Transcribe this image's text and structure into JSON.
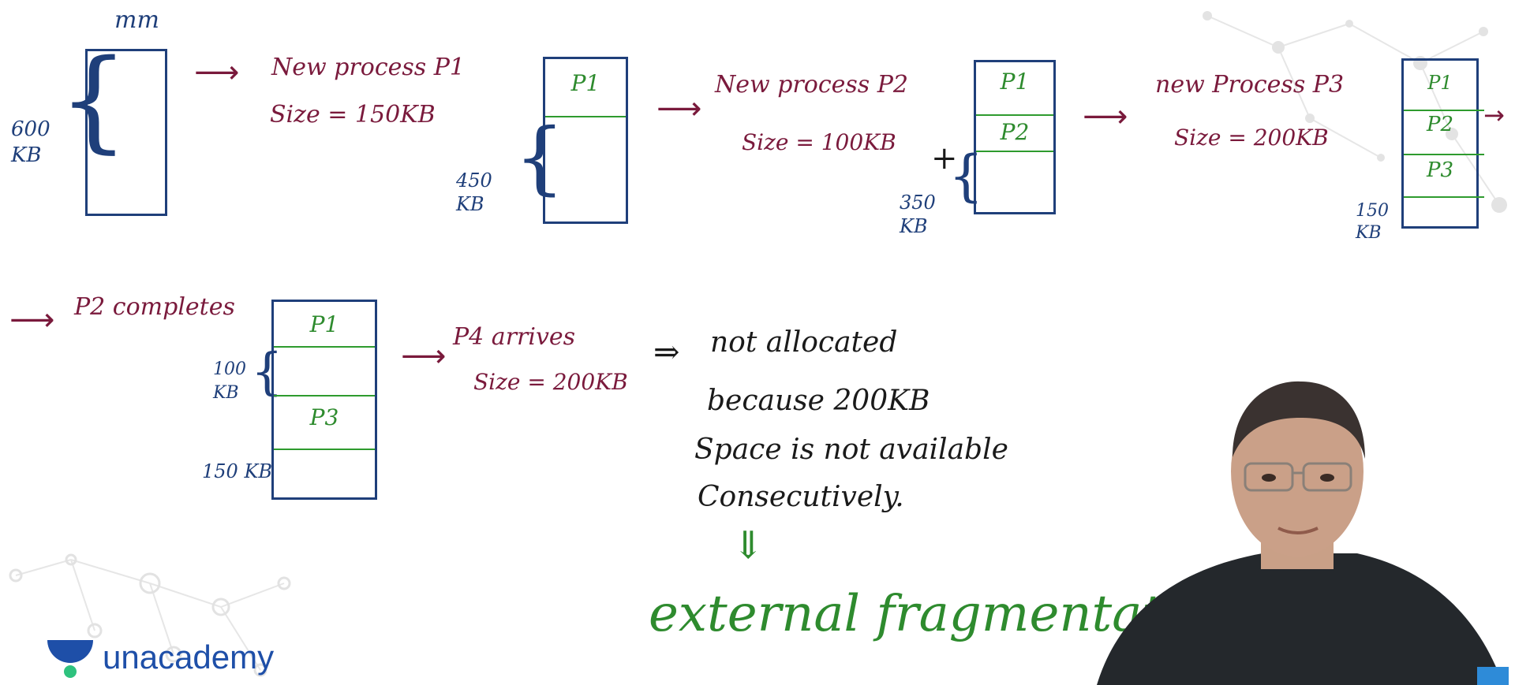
{
  "row1": {
    "mm_label": "mm",
    "block1_size": "600\nKB",
    "p1_text": "New process P1",
    "p1_size": "Size = 150KB",
    "block2_size": "450\nKB",
    "p2_text": "New process P2",
    "p2_size": "Size = 100KB",
    "block3_size": "350\nKB",
    "p3_text": "new Process P3",
    "p3_size": "Size = 200KB",
    "block4_size": "150\nKB"
  },
  "row2": {
    "p2_complete": "P2 completes",
    "hole1_size": "100\nKB",
    "hole2_size": "150 KB",
    "p4_text": "P4 arrives",
    "p4_size": "Size = 200KB",
    "implies": "⇒",
    "line1": "not allocated",
    "line2": "because 200KB",
    "line3": "Space is not available",
    "line4": "Consecutively.",
    "down_arrow": "⇓",
    "result": "external fragmentatⁿ"
  },
  "partitions": {
    "p1": "P1",
    "p2": "P2",
    "p3": "P3"
  },
  "brand": {
    "name": "unacademy"
  },
  "colors": {
    "ink_maroon": "#7a1a3c",
    "ink_blue": "#1f3f7a",
    "ink_green": "#2e8b2e",
    "brand_blue": "#1e4fa8"
  }
}
